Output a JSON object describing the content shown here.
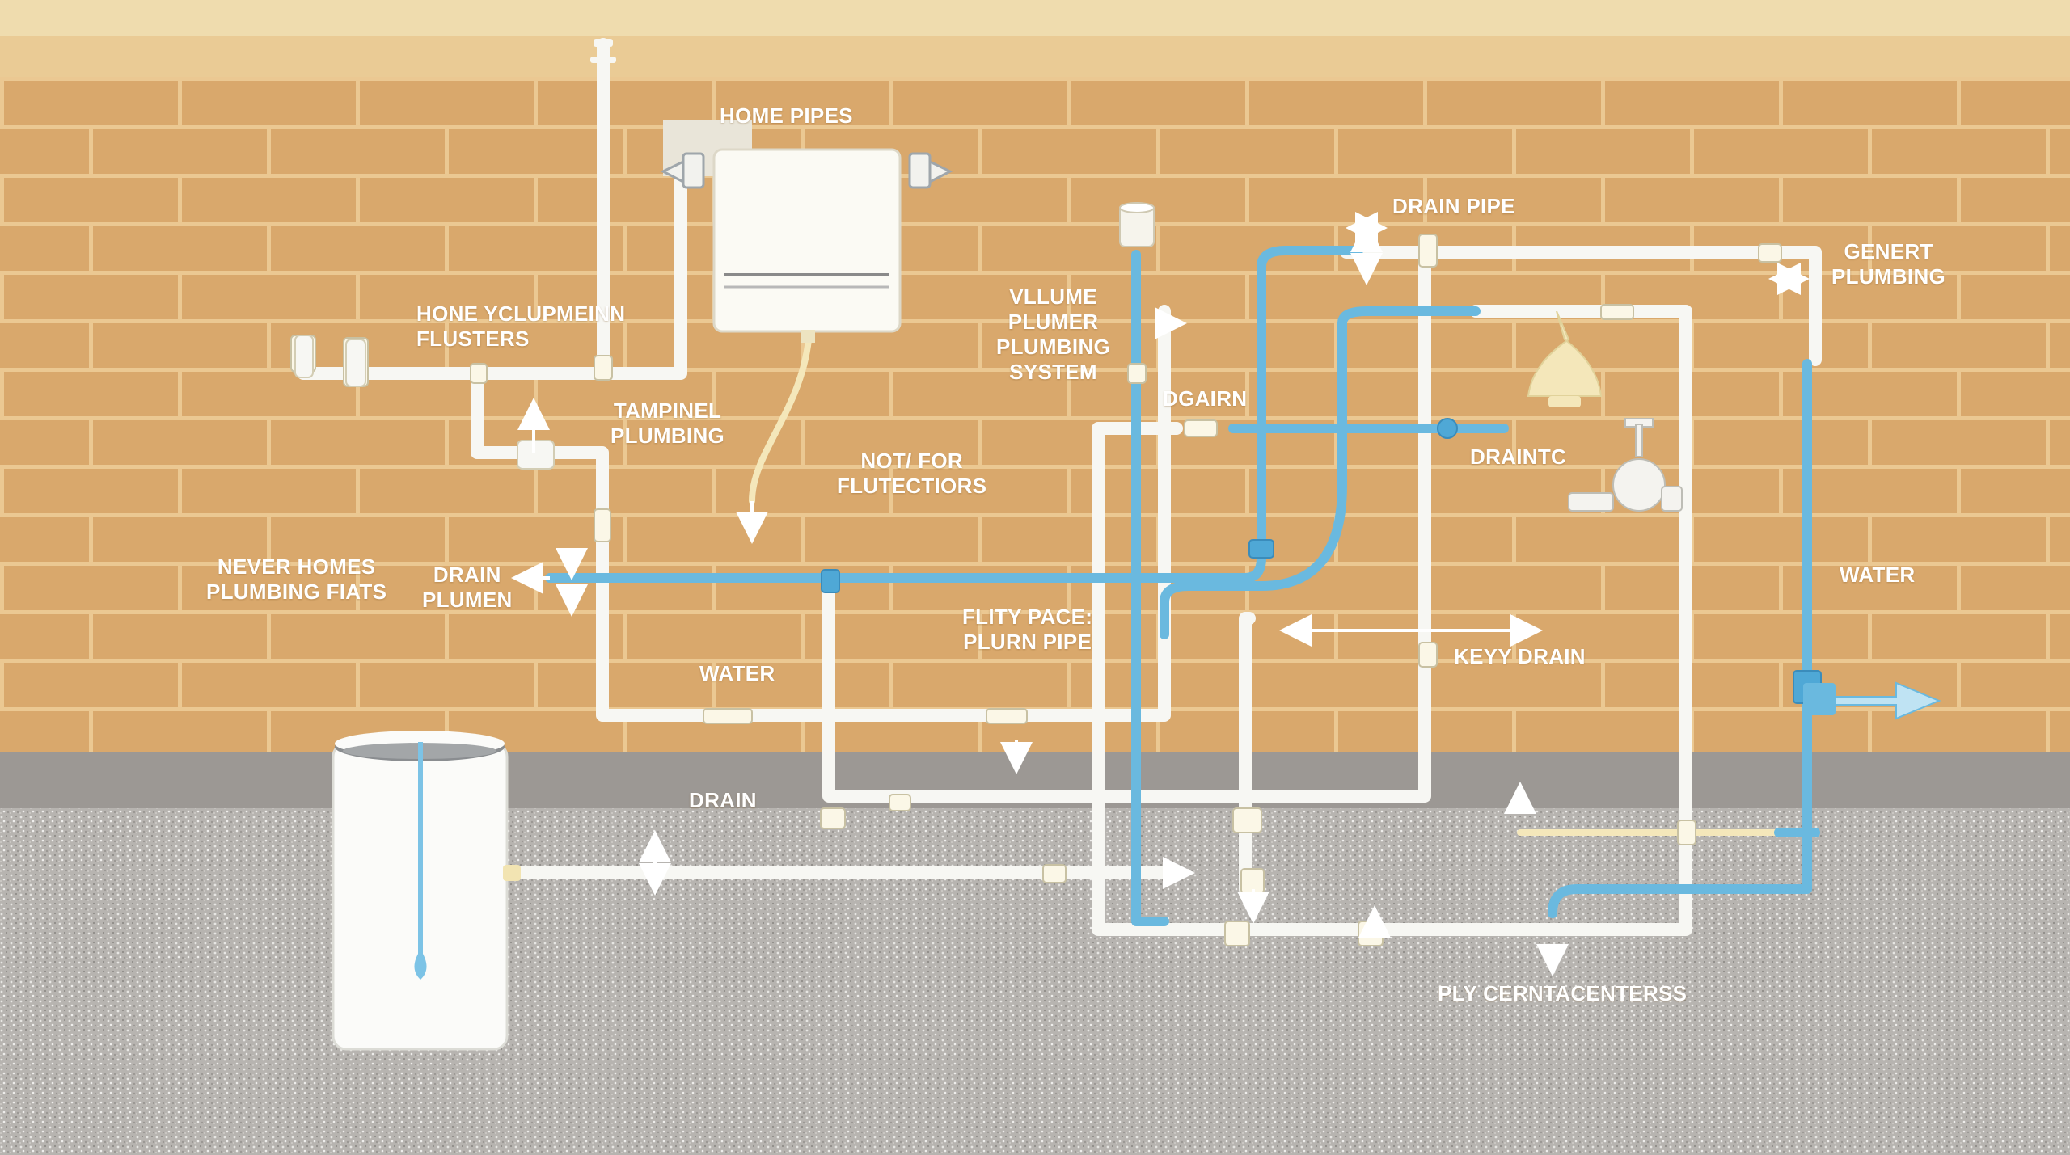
{
  "labels": {
    "home_pipes": "HOME PIPES",
    "hone_yclupmeinn": [
      "HONE YCLUPMEINN",
      "FLUSTERS"
    ],
    "tampinel_plumbing": [
      "TAMPINEL",
      "PLUMBING"
    ],
    "not_for_flutectors": [
      "NOT/ FOR",
      "FLUTECTIORS"
    ],
    "never_homes": [
      "NEVER HOMES",
      "PLUMBING FIATS"
    ],
    "drain_plumen": [
      "DRAIN",
      "PLUMEN"
    ],
    "water_left": "WATER",
    "drain_bottom": "DRAIN",
    "vllume_plumer": [
      "VLLUME",
      "PLUMER",
      "PLUMBING",
      "SYSTEM"
    ],
    "dgairn": "DGAIRN",
    "flity_pace": [
      "FLITY PACE:",
      "PLURN PIPE"
    ],
    "drain_pipe": "DRAIN PIPE",
    "draintc": "DRAINTC",
    "keyy_drain": "KEYY DRAIN",
    "genert_plumbing": [
      "GENERT",
      "PLUMBING"
    ],
    "water_right": "WATER",
    "ply_centers": "PLY CERNTACENTERSS"
  },
  "colors": {
    "sky": "#efdcae",
    "brick": "#d9a86c",
    "mortar": "#e9c58f",
    "floor": "#b5b2ae",
    "pipe_white": "#f7f7f3",
    "pipe_blue": "#6ab9df",
    "pipe_cream": "#f4e7ba"
  }
}
